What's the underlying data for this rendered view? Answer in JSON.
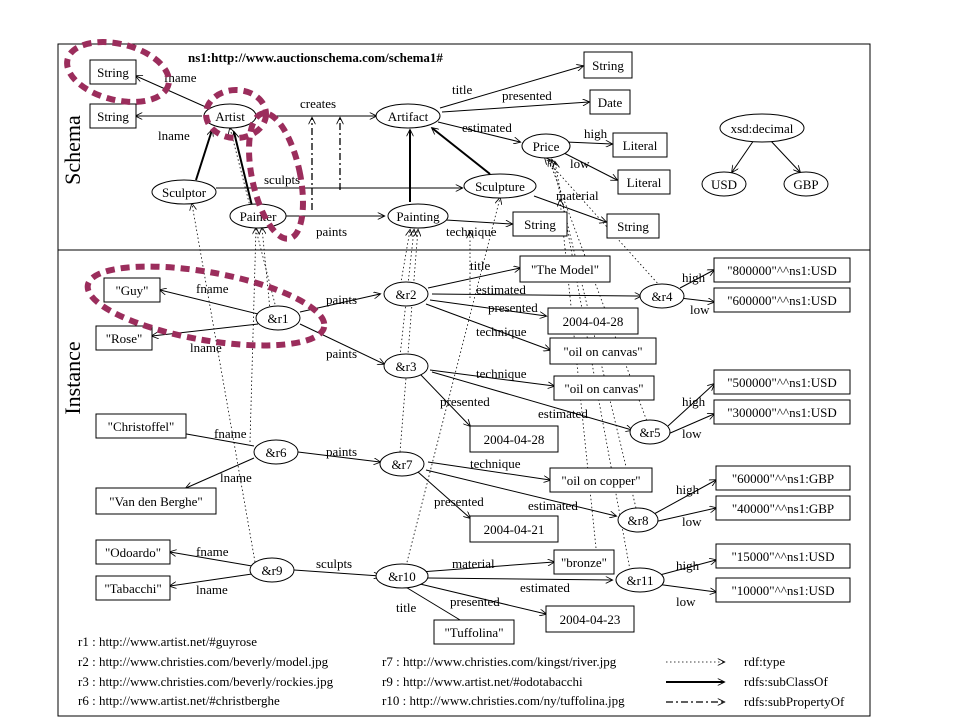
{
  "namespace": "ns1:http://www.auctionschema.com/schema1#",
  "sections": {
    "schema": "Schema",
    "instance": "Instance"
  },
  "schema_nodes": {
    "artist": "Artist",
    "artifact": "Artifact",
    "sculptor": "Sculptor",
    "painter": "Painter",
    "painting": "Painting",
    "sculpture": "Sculpture",
    "price": "Price",
    "xsd_decimal": "xsd:decimal",
    "usd": "USD",
    "gbp": "GBP"
  },
  "schema_boxes": {
    "string_fname": "String",
    "string_lname": "String",
    "string_title": "String",
    "date": "Date",
    "literal_high": "Literal",
    "literal_low": "Literal",
    "string_technique": "String",
    "string_material": "String"
  },
  "schema_edges": {
    "fname": "fname",
    "lname": "lname",
    "creates": "creates",
    "title": "title",
    "presented": "presented",
    "estimated": "estimated",
    "high": "high",
    "low": "low",
    "sculpts": "sculpts",
    "paints": "paints",
    "technique": "technique",
    "material": "material"
  },
  "instance_nodes": {
    "r1": "&r1",
    "r2": "&r2",
    "r3": "&r3",
    "r4": "&r4",
    "r5": "&r5",
    "r6": "&r6",
    "r7": "&r7",
    "r8": "&r8",
    "r9": "&r9",
    "r10": "&r10",
    "r11": "&r11"
  },
  "instance_boxes": {
    "guy": "\"Guy\"",
    "rose": "\"Rose\"",
    "the_model": "\"The Model\"",
    "date_r2": "2004-04-28",
    "oil_r2": "\"oil on canvas\"",
    "oil_r3": "\"oil on canvas\"",
    "date_r3": "2004-04-28",
    "christoffel": "\"Christoffel\"",
    "vandenberghe": "\"Van den Berghe\"",
    "oil_copper": "\"oil on copper\"",
    "date_r7": "2004-04-21",
    "odoardo": "\"Odoardo\"",
    "tabacchi": "\"Tabacchi\"",
    "bronze": "\"bronze\"",
    "date_r10": "2004-04-23",
    "tuffolina": "\"Tuffolina\"",
    "r4_high": "\"800000\"^^ns1:USD",
    "r4_low": "\"600000\"^^ns1:USD",
    "r5_high": "\"500000\"^^ns1:USD",
    "r5_low": "\"300000\"^^ns1:USD",
    "r8_high": "\"60000\"^^ns1:GBP",
    "r8_low": "\"40000\"^^ns1:GBP",
    "r11_high": "\"15000\"^^ns1:USD",
    "r11_low": "\"10000\"^^ns1:USD"
  },
  "instance_edges": {
    "fname": "fname",
    "lname": "lname",
    "paints": "paints",
    "sculpts": "sculpts",
    "title": "title",
    "estimated": "estimated",
    "presented": "presented",
    "technique": "technique",
    "material": "material",
    "high": "high",
    "low": "low"
  },
  "uri_legend": [
    "r1 : http://www.artist.net/#guyrose",
    "r2 : http://www.christies.com/beverly/model.jpg",
    "r3 : http://www.christies.com/beverly/rockies.jpg",
    "r6 : http://www.artist.net/#christberghe",
    "r7 : http://www.christies.com/kingst/river.jpg",
    "r9 : http://www.artist.net/#odotabacchi",
    "r10 : http://www.christies.com/ny/tuffolina.jpg"
  ],
  "line_legend": {
    "type": "rdf:type",
    "subclass": "rdfs:subClassOf",
    "subproperty": "rdfs:subPropertyOf"
  },
  "highlight_color": "#9b2d5c"
}
